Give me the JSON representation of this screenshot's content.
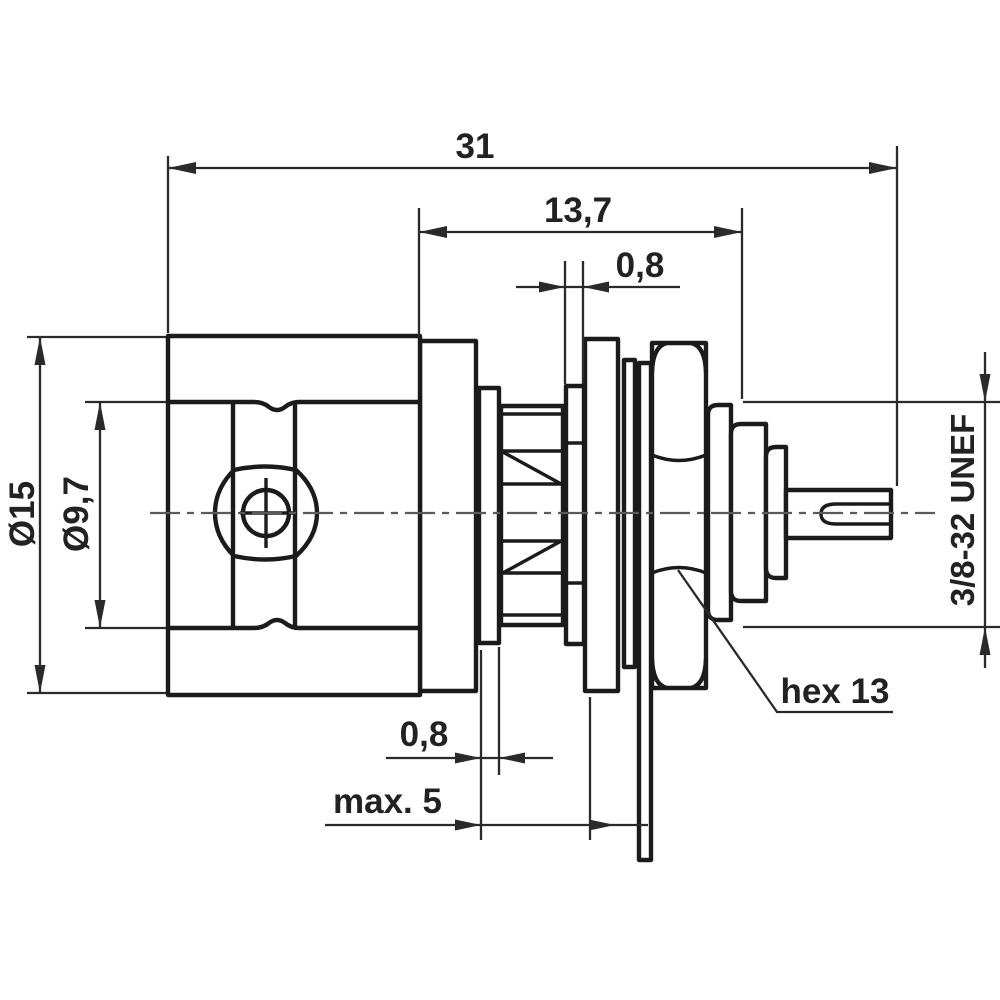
{
  "drawing": {
    "kind": "connector-technical-drawing",
    "dimensions": {
      "overall_length": "31",
      "rear_length": "13,7",
      "washer_thickness": "0,8",
      "body_diameter": "Ø15",
      "bore_diameter": "Ø9,7",
      "mounting_thread": "3/8-32 UNEF",
      "nut_size": "hex 13",
      "groove_width": "0,8",
      "panel_thickness_max": "max. 5"
    },
    "colors": {
      "outline": "#1b1b1b",
      "dimension_lines": "#2a2a2a",
      "centerline": "#5a5a5a",
      "background": "#ffffff"
    }
  }
}
